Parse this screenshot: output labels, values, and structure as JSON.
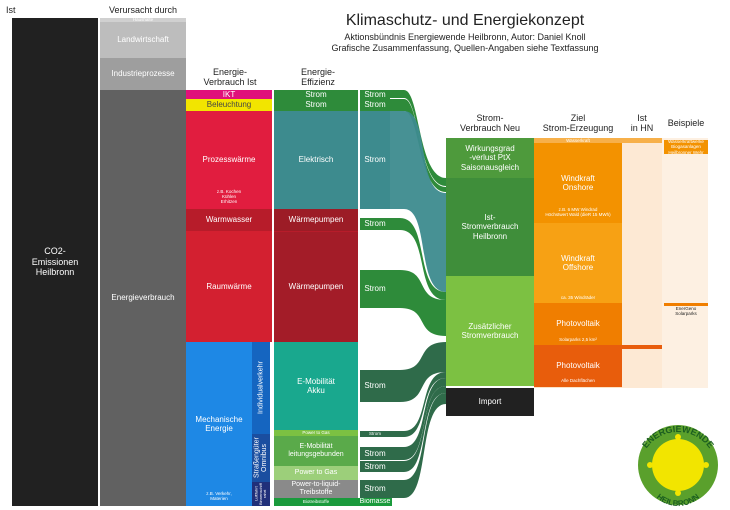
{
  "title": "Klimaschutz- und Energiekonzept",
  "subtitle_1": "Aktionsbündnis Energiewende Heilbronn, Autor: Daniel Knoll",
  "subtitle_2": "Grafische Zusammenfassung, Quellen-Angaben siehe Textfassung",
  "headers": {
    "ist": "Ist",
    "verursacht": "Verursacht durch",
    "verbrauch_ist": "Energie-\nVerbrauch Ist",
    "effizienz": "Energie-\nEffizienz",
    "strom_neu": "Strom-\nVerbrauch Neu",
    "ziel": "Ziel\nStrom-Erzeugung",
    "ist_hn": "Ist\nin HN",
    "beispiele": "Beispiele"
  },
  "col1": {
    "co2": "CO2-\nEmissionen\nHeilbronn"
  },
  "col2": {
    "haushalte": "Haushalte",
    "landwirtschaft": "Landwirtschaft",
    "industrie": "Industrieprozesse",
    "energieverbrauch": "Energieverbrauch"
  },
  "col3": {
    "ikt": "IKT",
    "beleuchtung": "Beleuchtung",
    "prozesswaerme": "Prozesswärme",
    "prozesswaerme_note": "z.B. Kochen\nKühlen\nErhitzen",
    "warmwasser": "Warmwasser",
    "raumwaerme": "Raumwärme",
    "mechanische": "Mechanische\nEnergie",
    "mechanische_note": "z.B. Verkehr,\nMaterien",
    "individualverkehr": "Individualverkehr",
    "strassengueter": "Straßengüter\nOmnibus",
    "luftfahrt": "Luftfahrt\nBinnenschiff\nrahrt"
  },
  "col4": {
    "strom_ikt": "Strom",
    "strom_bel": "Strom",
    "elektrisch": "Elektrisch",
    "waermepumpen_1": "Wärmepumpen",
    "waermepumpen_2": "Wärmepumpen",
    "emobil_akku": "E-Mobilität\nAkku",
    "power_to_gas_small": "Power to Gas",
    "emobil_leitung": "E-Mobilität\nleitungsgebunden",
    "power_to_gas": "Power to Gas",
    "ptl": "Power-to-liquid-\nTreibstoffe",
    "biotreibstoffe": "Biotreibstoffe"
  },
  "col5": {
    "strom_ikt": "Strom",
    "strom_bel": "Strom",
    "strom_elektrisch": "Strom",
    "strom_wp1": "Strom",
    "strom_raum": "Strom",
    "strom_akku": "Strom",
    "strom_small": "Strom",
    "strom_leitung": "Strom",
    "strom_ptg": "Strom",
    "strom_ptl": "Strom",
    "biomasse": "Biomasse"
  },
  "col6": {
    "wirkungsgrad": "Wirkungsgrad\n-verlust PtX\nSaisonausgleich",
    "ist_strom": "Ist-\nStromverbrauch\nHeilbronn",
    "zusaetzlich": "Zusätzlicher\nStromverbrauch",
    "import": "Import"
  },
  "col7": {
    "wasserkraft": "Wasserkraft",
    "onshore": "Windkraft\nOnshore",
    "onshore_note": "z.B. 6 MW Windrad\nHöchstwert Wald (dieR 15 MWh)",
    "offshore": "Windkraft\nOffshore",
    "offshore_note": "ca. 35 Windräder",
    "pv1": "Photovoltaik",
    "pv1_note": "Solarparks 2,5 km²",
    "pv2": "Photovoltaik",
    "pv2_note": "Alle Dachflächen"
  },
  "col9": {
    "wasser": "Wasserkraftwerke\nBiogasanlagen\nHeilbronner Wehr",
    "solarparks": "EnerGeno\nSolarparks"
  },
  "logo": {
    "top": "ENERGIEWENDE",
    "bottom": "HEILBRONN"
  },
  "colors": {
    "black": "#212121",
    "grey_light": "#bdbdbd",
    "grey_mid": "#9e9e9e",
    "grey_dark": "#616161",
    "magenta": "#e0107a",
    "yellow": "#f2e500",
    "red": "#e11d3f",
    "darkred": "#b71c2a",
    "blue": "#1e88e5",
    "teal": "#3d8b8e",
    "green": "#1a9a3c",
    "green_light": "#7cc142",
    "green_mid": "#4e9a3c",
    "orange": "#f39200",
    "peach": "#fde2c4",
    "seagreen": "#19a88e"
  }
}
